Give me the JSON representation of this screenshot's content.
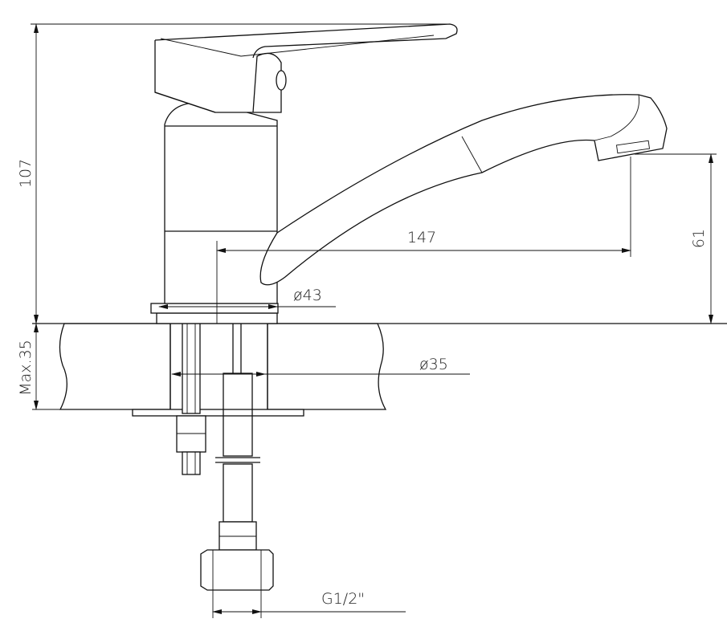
{
  "dimensions": {
    "height_total": "107",
    "max_counter": "Max.35",
    "spout_reach": "147",
    "spout_height": "61",
    "body_diameter": "ø43",
    "hole_diameter": "ø35",
    "connection_thread": "G1/2\""
  },
  "colors": {
    "line": "#111111",
    "background": "#ffffff"
  }
}
